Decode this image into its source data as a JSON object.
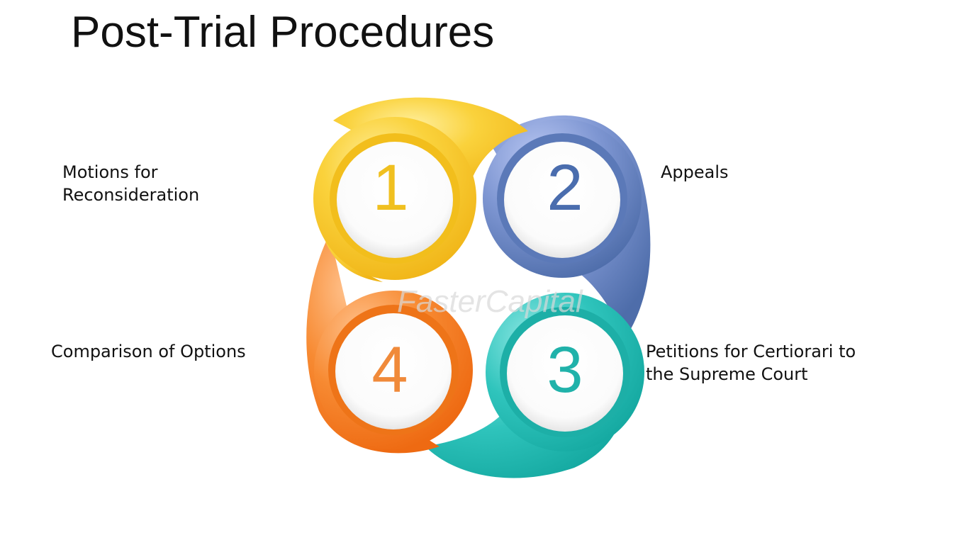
{
  "title": "Post-Trial Procedures",
  "watermark": "FasterCapital",
  "steps": [
    {
      "number": "1",
      "label": "Motions for\nReconsideration",
      "color": "#F5C518",
      "digit_color": "#F0C020"
    },
    {
      "number": "2",
      "label": "Appeals",
      "color": "#7C94D0",
      "digit_color": "#4A6DAE"
    },
    {
      "number": "3",
      "label": "Petitions for Certiorari to\nthe Supreme Court",
      "color": "#26BDB5",
      "digit_color": "#20B2AA"
    },
    {
      "number": "4",
      "label": "Comparison of Options",
      "color": "#F5822A",
      "digit_color": "#F08A3A"
    }
  ]
}
